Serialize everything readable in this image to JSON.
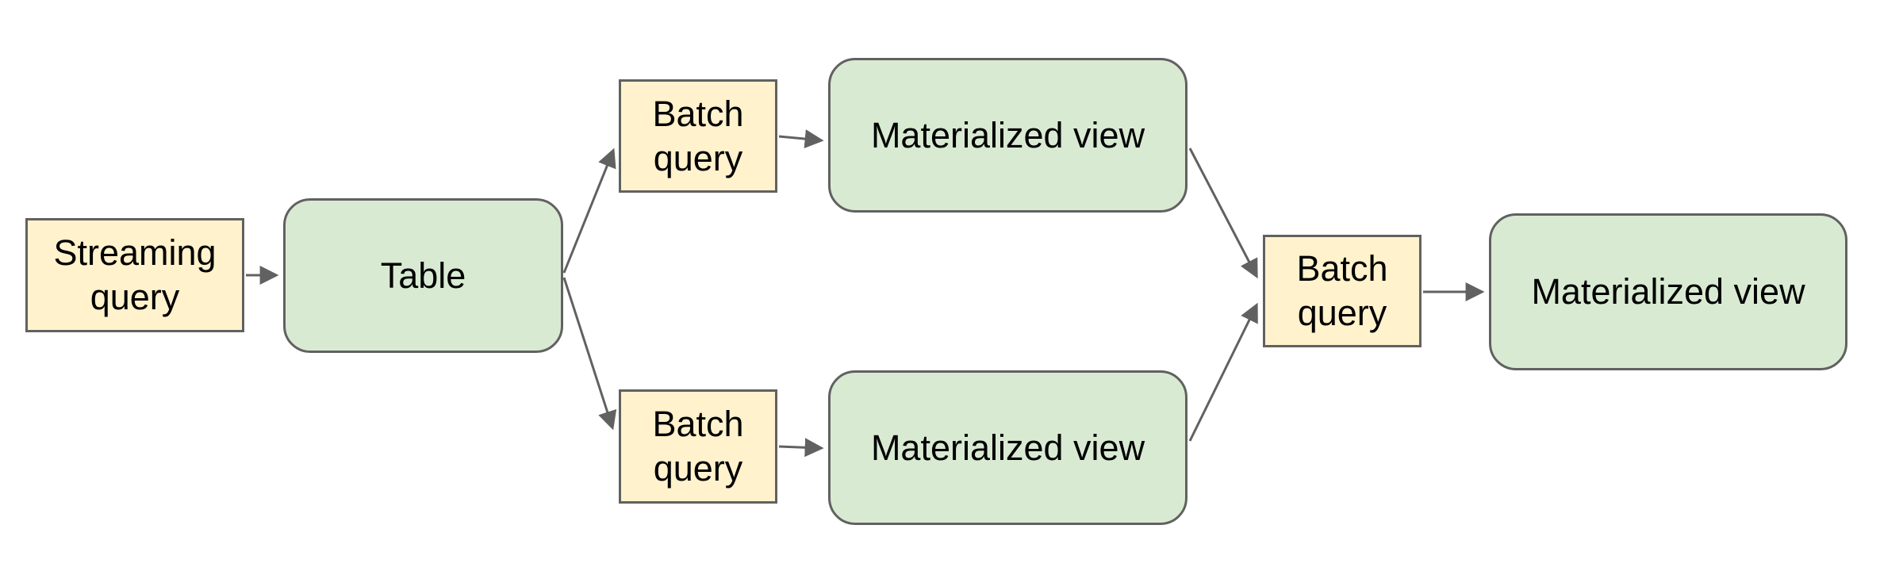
{
  "diagram": {
    "nodes": [
      {
        "id": "streaming-query",
        "label": "Streaming query",
        "shape": "rectangle",
        "fill": "#FFF2CC"
      },
      {
        "id": "table",
        "label": "Table",
        "shape": "rounded",
        "fill": "#D9EAD3"
      },
      {
        "id": "batch-query-top",
        "label": "Batch query",
        "shape": "rectangle",
        "fill": "#FFF2CC"
      },
      {
        "id": "materialized-view-top",
        "label": "Materialized view",
        "shape": "rounded",
        "fill": "#D9EAD3"
      },
      {
        "id": "batch-query-bottom",
        "label": "Batch query",
        "shape": "rectangle",
        "fill": "#FFF2CC"
      },
      {
        "id": "materialized-view-bottom",
        "label": "Materialized view",
        "shape": "rounded",
        "fill": "#D9EAD3"
      },
      {
        "id": "batch-query-merge",
        "label": "Batch query",
        "shape": "rectangle",
        "fill": "#FFF2CC"
      },
      {
        "id": "materialized-view-final",
        "label": "Materialized view",
        "shape": "rounded",
        "fill": "#D9EAD3"
      }
    ],
    "edges": [
      {
        "from": "streaming-query",
        "to": "table"
      },
      {
        "from": "table",
        "to": "batch-query-top"
      },
      {
        "from": "table",
        "to": "batch-query-bottom"
      },
      {
        "from": "batch-query-top",
        "to": "materialized-view-top"
      },
      {
        "from": "batch-query-bottom",
        "to": "materialized-view-bottom"
      },
      {
        "from": "materialized-view-top",
        "to": "batch-query-merge"
      },
      {
        "from": "materialized-view-bottom",
        "to": "batch-query-merge"
      },
      {
        "from": "batch-query-merge",
        "to": "materialized-view-final"
      }
    ]
  },
  "colors": {
    "canvas-bg": "#ffffff",
    "yellow-fill": "#FFF2CC",
    "green-fill": "#D9EAD3",
    "stroke": "#616161",
    "text": "#000000"
  }
}
